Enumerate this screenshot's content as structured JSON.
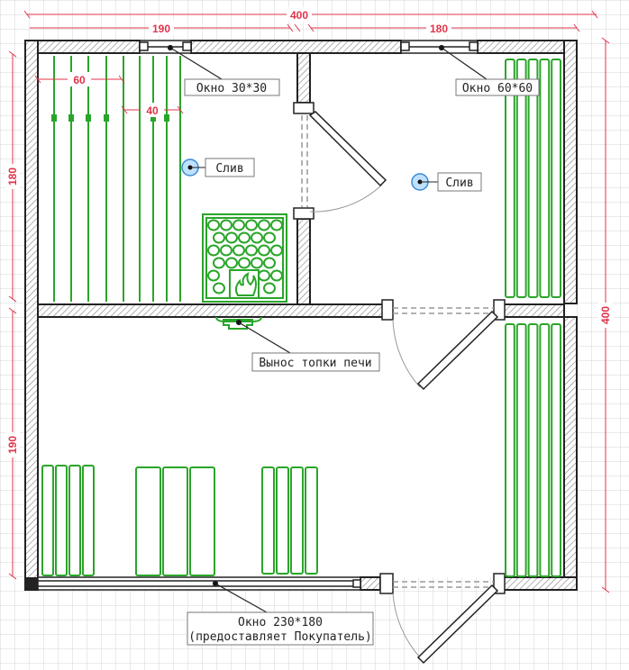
{
  "dimensions": {
    "total_width": "400",
    "left_room_width": "190",
    "right_room_width": "180",
    "left_top_height": "180",
    "left_bottom_height": "190",
    "total_height": "400",
    "bench_width": "60",
    "bench_step": "40"
  },
  "labels": {
    "window_small": "Окно 30*30",
    "window_medium": "Окно 60*60",
    "drain_left": "Слив",
    "drain_right": "Слив",
    "stove_firebox": "Вынос топки печи",
    "window_large_line1": "Окно 230*180",
    "window_large_line2": "(предоставляет Покупатель)"
  },
  "colors": {
    "dimension": "#e0344a",
    "bench": "#2aa52a",
    "drain": "#bfe0ff"
  }
}
